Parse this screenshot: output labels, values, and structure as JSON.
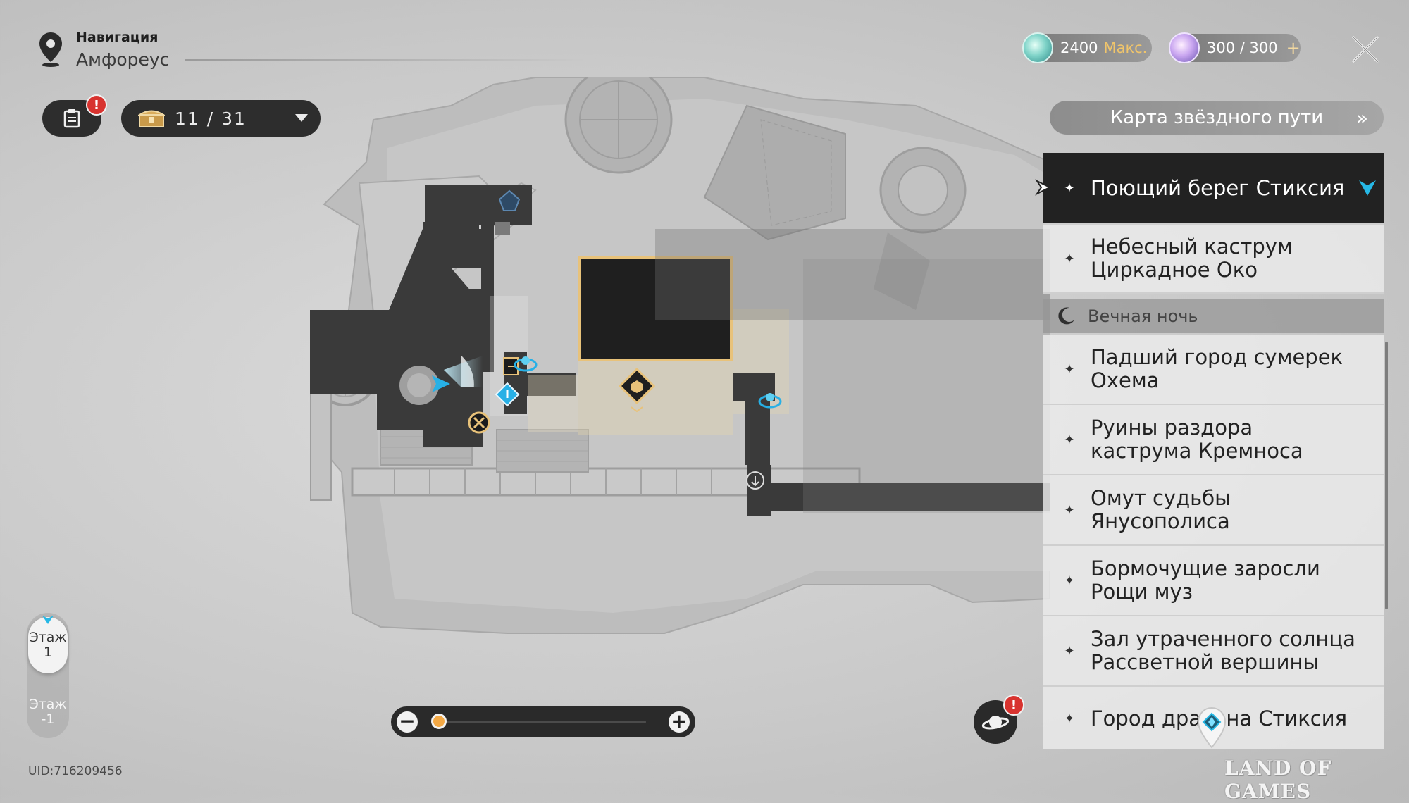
{
  "header": {
    "nav_label": "Навигация",
    "location": "Амфореус"
  },
  "currencies": {
    "fuel_value": "2400",
    "fuel_max_label": "Макс.",
    "power_value": "300 / 300",
    "power_plus": "+"
  },
  "tasks": {
    "badge": "!"
  },
  "chest_counter": {
    "value": "11 / 31"
  },
  "star_map_button": {
    "label": "Карта звёздного пути",
    "chevron": "»"
  },
  "regions": [
    {
      "label": "Поющий берег Стиксия",
      "active": true
    },
    {
      "label": "Небесный каструм\nЦиркадное Око",
      "active": false
    },
    {
      "label": "Падший город сумерек\nОхема",
      "active": false
    },
    {
      "label": "Руины раздора\nкаструма Кремноса",
      "active": false
    },
    {
      "label": "Омут судьбы\nЯнусополиса",
      "active": false
    },
    {
      "label": "Бормочущие заросли\nРощи муз",
      "active": false
    },
    {
      "label": "Зал утраченного солнца\nРассветной вершины",
      "active": false
    },
    {
      "label": "Город дракона Стиксия",
      "active": false
    }
  ],
  "region_group": {
    "label": "Вечная ночь"
  },
  "region_star": "✦",
  "floors": {
    "floor_1_word": "Этаж",
    "floor_1_num": "1",
    "floor_m1_word": "Этаж",
    "floor_m1_num": "-1",
    "current": "1"
  },
  "zoom": {
    "minus": "−",
    "plus": "+",
    "level": 0.02
  },
  "planet": {
    "badge": "!"
  },
  "uid": "UID:716209456",
  "watermark": "LAND OF GAMES",
  "colors": {
    "accent_cyan": "#26b8e6",
    "highlight_gold": "#e8c27a",
    "badge_red": "#d8332f",
    "zoom_knob": "#f4a945"
  }
}
